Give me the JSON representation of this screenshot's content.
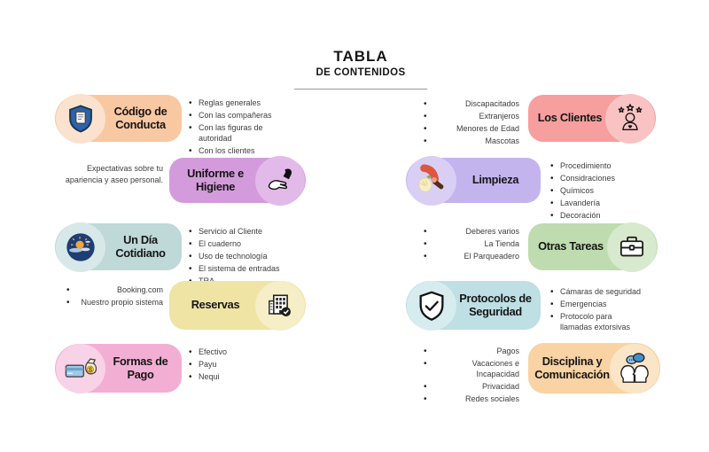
{
  "title": {
    "line1": "TABLA",
    "line2": "DE CONTENIDOS"
  },
  "sections": [
    {
      "id": "codigo-de-conducta",
      "title": "Código de Conducta",
      "icon": "shield-document-icon",
      "pill_color": "#F8C8A2",
      "circle_color": "#FBE2CE",
      "bullets": [
        "Reglas generales",
        "Con las compañeras",
        "Con las figuras de autoridad",
        "Con los clientes"
      ]
    },
    {
      "id": "uniforme-e-higiene",
      "title": "Uniforme e Higiene",
      "icon": "handwash-icon",
      "pill_color": "#D49BDC",
      "circle_color": "#E2BAEA",
      "note": "Expectativas sobre tu apariencia y aseo personal."
    },
    {
      "id": "un-dia-cotidiano",
      "title": "Un Día Cotidiano",
      "icon": "sunrise-icon",
      "pill_color": "#BFD8D8",
      "circle_color": "#D8E8E8",
      "bullets": [
        "Servicio al Cliente",
        "El cuaderno",
        "Uso de technología",
        "El sistema de entradas",
        "TRA"
      ]
    },
    {
      "id": "reservas",
      "title": "Reservas",
      "icon": "hotel-check-icon",
      "pill_color": "#EFE4A4",
      "circle_color": "#F5EEC6",
      "bullets": [
        "Booking.com",
        "Nuestro propio sistema"
      ]
    },
    {
      "id": "formas-de-pago",
      "title": "Formas de Pago",
      "icon": "money-icon",
      "pill_color": "#F3AED3",
      "circle_color": "#F8D2E7",
      "bullets": [
        "Efectivo",
        "Payu",
        "Nequi"
      ]
    },
    {
      "id": "los-clientes",
      "title": "Los Clientes",
      "icon": "customer-stars-icon",
      "pill_color": "#F79E9E",
      "circle_color": "#FAC3C3",
      "bullets": [
        "Discapacitados",
        "Extranjeros",
        "Menores de Edad",
        "Mascotas"
      ]
    },
    {
      "id": "limpieza",
      "title": "Limpieza",
      "icon": "duster-icon",
      "pill_color": "#C4B4ED",
      "circle_color": "#D9CFF5",
      "bullets": [
        "Procedimiento",
        "Considraciones",
        "Químicos",
        "Lavandería",
        "Decoración"
      ]
    },
    {
      "id": "otras-tareas",
      "title": "Otras Tareas",
      "icon": "briefcase-icon",
      "pill_color": "#BEDCB0",
      "circle_color": "#D8EACD",
      "bullets": [
        "Deberes varios",
        "La Tienda",
        "El Parqueadero"
      ]
    },
    {
      "id": "protocolos-de-seguridad",
      "title": "Protocolos de Seguridad",
      "icon": "shield-check-icon",
      "pill_color": "#BEDFE3",
      "circle_color": "#D7ECEF",
      "bullets": [
        "Cámaras de seguridad",
        "Emergencias",
        "Protocolo para llamadas extorsivas"
      ]
    },
    {
      "id": "disciplina-y-comunicacion",
      "title": "Disciplina y Comunicación",
      "icon": "chat-heads-icon",
      "pill_color": "#F9D3A3",
      "circle_color": "#FBE5C7",
      "bullets": [
        "Pagos",
        "Vacaciones e Incapacidad",
        "Privacidad",
        "Redes sociales"
      ]
    }
  ]
}
